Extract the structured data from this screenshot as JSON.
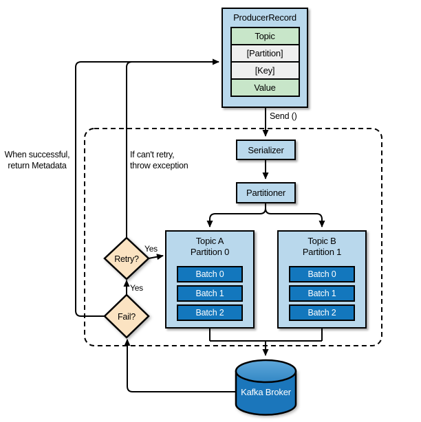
{
  "diagram": {
    "producer_record": {
      "title": "ProducerRecord",
      "rows": [
        {
          "label": "Topic"
        },
        {
          "label": "[Partition]"
        },
        {
          "label": "[Key]"
        },
        {
          "label": "Value"
        }
      ]
    },
    "send_label": "Send ()",
    "serializer_label": "Serializer",
    "partitioner_label": "Partitioner",
    "partitions": [
      {
        "title_line1": "Topic A",
        "title_line2": "Partition 0",
        "batches": [
          "Batch 0",
          "Batch 1",
          "Batch 2"
        ]
      },
      {
        "title_line1": "Topic B",
        "title_line2": "Partition 1",
        "batches": [
          "Batch 0",
          "Batch 1",
          "Batch 2"
        ]
      }
    ],
    "decisions": {
      "retry_label": "Retry?",
      "fail_label": "Fail?",
      "retry_yes_label": "Yes",
      "fail_yes_label": "Yes"
    },
    "annotations": {
      "success_line1": "When successful,",
      "success_line2": "return Metadata",
      "no_retry_line1": "If can't retry,",
      "no_retry_line2": "throw exception"
    },
    "broker_label": "Kafka Broker"
  },
  "colors": {
    "box_blue": "#b9d8ec",
    "row_green": "#c8e6c9",
    "row_gray": "#efefef",
    "batch_blue": "#1377bd",
    "diamond_tan": "#fbe3c2",
    "cylinder_body": "#1b76bb",
    "cylinder_top_light": "#5fa8da",
    "cylinder_top_dark": "#3388c5",
    "line_black": "#000000"
  }
}
